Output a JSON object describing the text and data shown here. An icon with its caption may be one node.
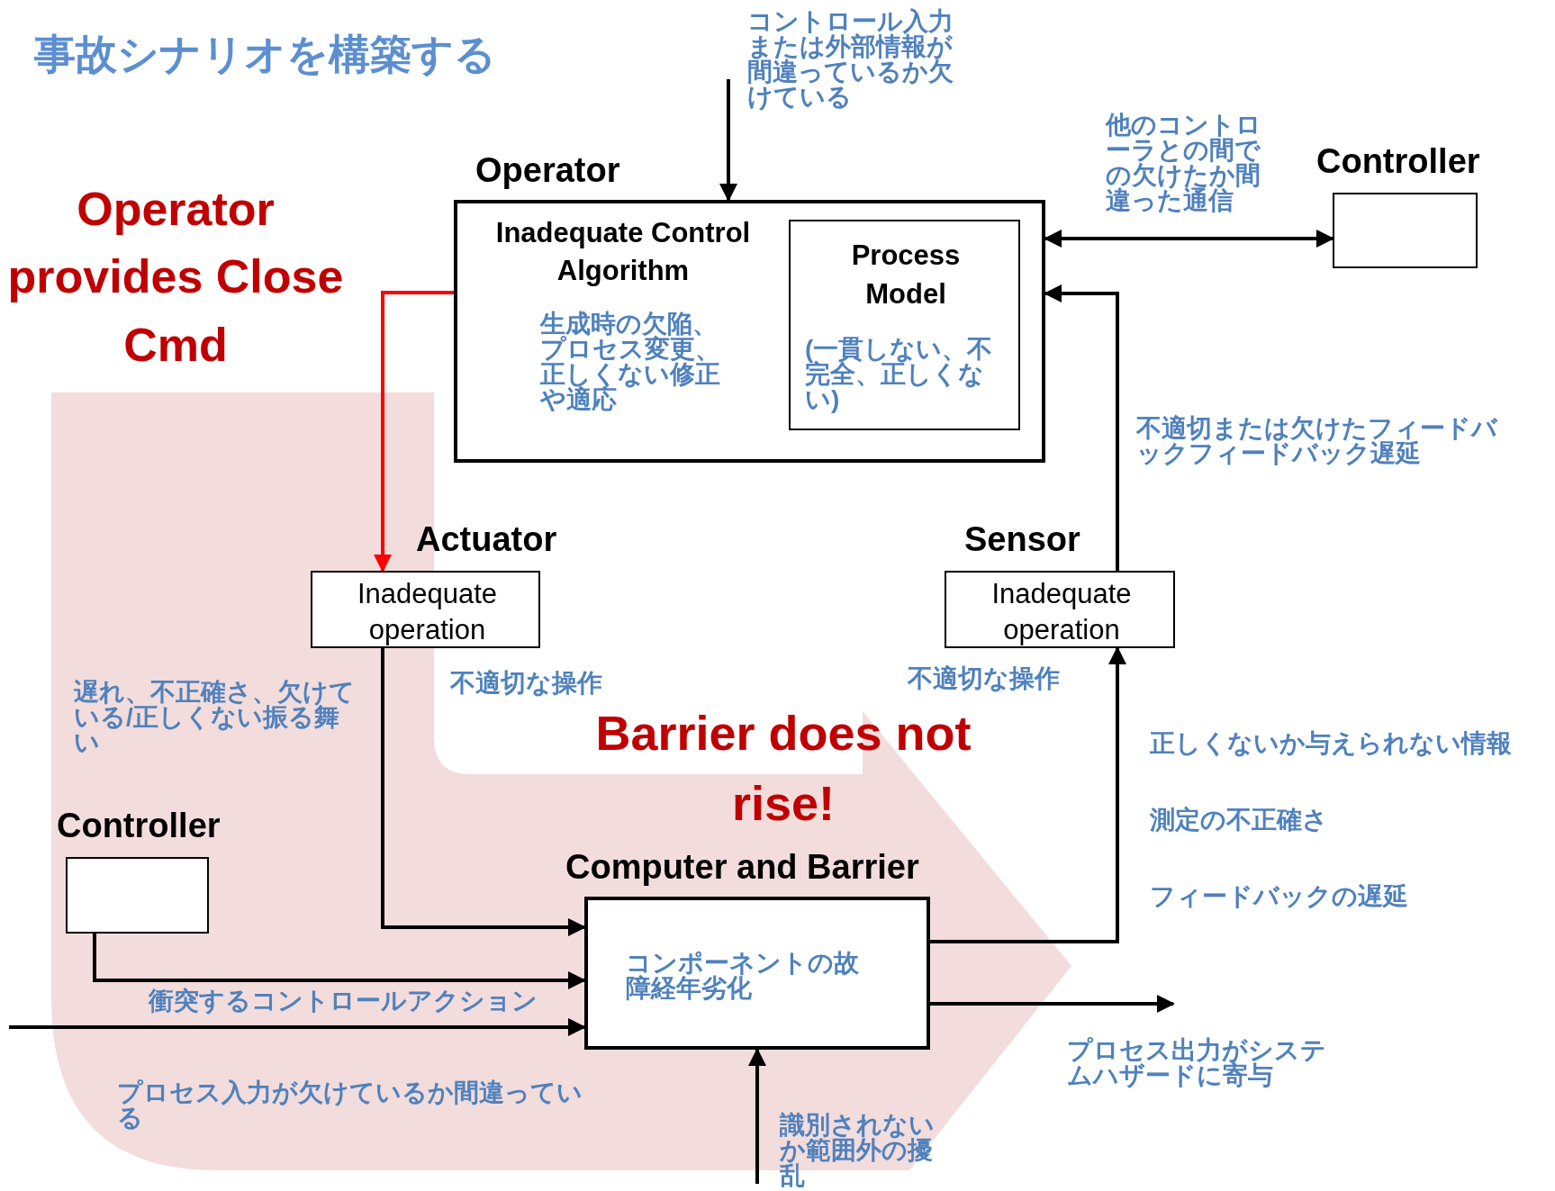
{
  "diagram": {
    "title": "事故シナリオを構築する",
    "nodes": [
      {
        "text": [
          "Operator",
          "Inadequate Control Algorithm",
          "生成時の欠陥、プロセス変更、正しくない修正や適応"
        ]
      },
      {
        "text": [
          "Process Model",
          "(一貫しない、不完全、正しくない)"
        ],
        "in": 0
      },
      {
        "text": [
          "Controller"
        ]
      },
      {
        "text": [
          "Actuator",
          "Inadequate operation"
        ],
        "beside": [
          "不適切な操作"
        ]
      },
      {
        "text": [
          "Sensor",
          "Inadequate operation"
        ],
        "beside": [
          "不適切な操作"
        ]
      },
      {
        "text": [
          "Controller"
        ]
      },
      {
        "text": [
          "Computer and Barrier",
          "コンポーネントの故障経年劣化"
        ]
      }
    ],
    "edges": [
      {
        "from": null,
        "to": 0,
        "arrow": "to",
        "label": "コントロール入力または外部情報が間違っているか欠けている"
      },
      {
        "from": 0,
        "to": 2,
        "arrow": "both",
        "label": "他のコントローラとの間での欠けたか間違った通信"
      },
      {
        "from": 4,
        "to": 0,
        "arrow": "to",
        "label": "不適切または欠けたフィードバックフィードバック遅延"
      },
      {
        "from": 0,
        "to": 3,
        "arrow": "to",
        "color": "#ff0000"
      },
      {
        "from": 3,
        "to": 6,
        "arrow": "to",
        "label": "遅れ、不正確さ、欠けている/正しくない振る舞い"
      },
      {
        "from": 5,
        "to": 6,
        "arrow": "to",
        "label": "衝突するコントロールアクション"
      },
      {
        "from": null,
        "to": 6,
        "arrow": "to",
        "label": "プロセス入力が欠けているか間違っている"
      },
      {
        "from": null,
        "to": 6,
        "arrow": "to",
        "label": "識別されないか範囲外の擾乱"
      },
      {
        "from": 6,
        "to": 4,
        "arrow": "to"
      },
      {
        "from": 6,
        "to": null,
        "arrow": "to",
        "label": "プロセス出力がシステムハザードに寄与"
      }
    ],
    "labels": [
      "Operator provides Close Cmd",
      "Barrier does not rise!",
      "正しくないか与えられない情報",
      "測定の不正確さ",
      "フィードバックの遅延"
    ]
  }
}
